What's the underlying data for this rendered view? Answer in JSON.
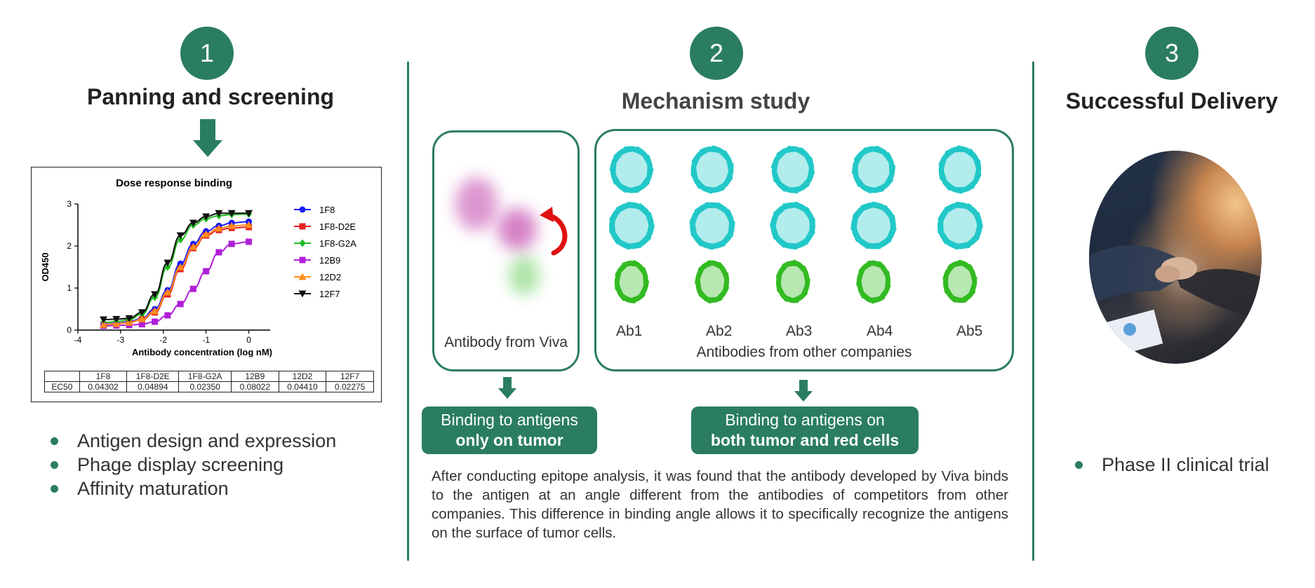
{
  "steps": [
    {
      "number": "1",
      "title": "Panning and screening"
    },
    {
      "number": "2",
      "title": "Mechanism study"
    },
    {
      "number": "3",
      "title": "Successful Delivery"
    }
  ],
  "panel1": {
    "bullets": [
      "Antigen design and expression",
      "Phage display screening",
      "Affinity maturation"
    ],
    "ec50_table": {
      "headers": [
        "",
        "1F8",
        "1F8-D2E",
        "1F8-G2A",
        "12B9",
        "12D2",
        "12F7"
      ],
      "row": [
        "EC50",
        "0.04302",
        "0.04894",
        "0.02350",
        "0.08022",
        "0.04410",
        "0.02275"
      ]
    }
  },
  "chart_data": {
    "type": "line",
    "title": "Dose response binding",
    "xlabel": "Antibody concentration (log nM)",
    "ylabel": "OD450",
    "xlim": [
      -4,
      0.5
    ],
    "ylim": [
      0,
      3
    ],
    "xticks": [
      -4,
      -3,
      -2,
      -1,
      0
    ],
    "yticks": [
      0,
      1,
      2,
      3
    ],
    "legend_position": "right",
    "x": [
      -3.4,
      -3.1,
      -2.8,
      -2.5,
      -2.2,
      -1.9,
      -1.6,
      -1.3,
      -1.0,
      -0.7,
      -0.4,
      0
    ],
    "series": [
      {
        "name": "1F8",
        "color": "#1a1aff",
        "marker": "circle",
        "values": [
          0.14,
          0.16,
          0.2,
          0.28,
          0.5,
          0.95,
          1.58,
          2.05,
          2.35,
          2.48,
          2.55,
          2.58
        ]
      },
      {
        "name": "1F8-D2E",
        "color": "#e52020",
        "marker": "square",
        "values": [
          0.13,
          0.15,
          0.18,
          0.25,
          0.42,
          0.85,
          1.45,
          1.95,
          2.25,
          2.38,
          2.43,
          2.45
        ]
      },
      {
        "name": "1F8-G2A",
        "color": "#22bb22",
        "marker": "diamond",
        "values": [
          0.18,
          0.2,
          0.25,
          0.38,
          0.78,
          1.5,
          2.15,
          2.5,
          2.65,
          2.72,
          2.75,
          2.76
        ]
      },
      {
        "name": "12B9",
        "color": "#b01fd8",
        "marker": "square",
        "values": [
          0.1,
          0.11,
          0.12,
          0.14,
          0.2,
          0.35,
          0.62,
          0.98,
          1.4,
          1.85,
          2.05,
          2.1
        ]
      },
      {
        "name": "12D2",
        "color": "#ff8c1a",
        "marker": "triangle-up",
        "values": [
          0.13,
          0.15,
          0.18,
          0.26,
          0.45,
          0.9,
          1.5,
          1.98,
          2.28,
          2.42,
          2.48,
          2.5
        ]
      },
      {
        "name": "12F7",
        "color": "#111111",
        "marker": "triangle-down",
        "values": [
          0.25,
          0.26,
          0.28,
          0.42,
          0.85,
          1.6,
          2.25,
          2.55,
          2.7,
          2.78,
          2.78,
          2.78
        ]
      }
    ]
  },
  "panel2": {
    "viva_label": "Antibody from Viva",
    "other_labels": [
      "Ab1",
      "Ab2",
      "Ab3",
      "Ab4",
      "Ab5"
    ],
    "other_caption": "Antibodies from other companies",
    "result_left": {
      "line1": "Binding to antigens",
      "line2": "only on tumor"
    },
    "result_right": {
      "line1": "Binding to antigens on",
      "line2": "both tumor and red cells"
    },
    "paragraph": "After conducting epitope analysis, it was found that the antibody developed by Viva binds to the antigen at an angle different from the antibodies of competitors from other companies. This difference in binding angle allows it to specifically recognize the antigens on the surface of tumor cells.",
    "colors": {
      "antibody": "#22c8c8",
      "antigen": "#33bb22",
      "viva_blob": "#c040a8",
      "rotate_arrow": "#e01010"
    }
  },
  "panel3": {
    "bullets": [
      "Phase II clinical trial"
    ],
    "image": "handshake-photo"
  },
  "colors": {
    "accent": "#2a7d62"
  }
}
